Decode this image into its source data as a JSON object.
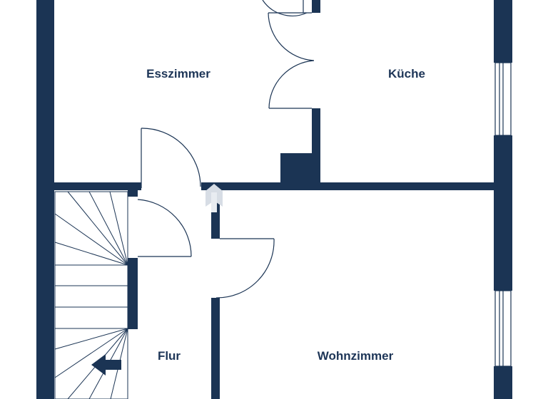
{
  "rooms": {
    "esszimmer": "Esszimmer",
    "kueche": "Küche",
    "flur": "Flur",
    "wohnzimmer": "Wohnzimmer"
  },
  "colors": {
    "wall": "#1b3454",
    "line": "#1b3454",
    "background": "#ffffff"
  },
  "icons": {
    "stair_direction": "arrow-left-icon",
    "entrance": "up-arrow-icon"
  }
}
